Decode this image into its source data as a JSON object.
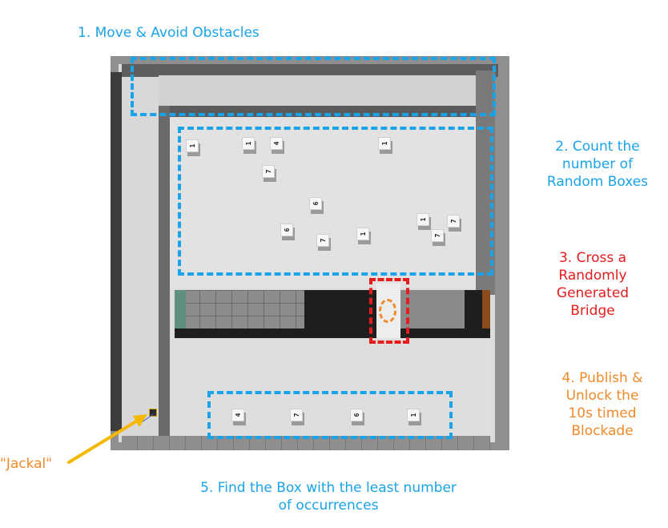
{
  "labels": {
    "step1": "1. Move & Avoid Obstacles",
    "step2": [
      "2. Count the",
      "number of",
      "Random Boxes"
    ],
    "step3": [
      "3. Cross a",
      "Randomly",
      "Generated",
      "Bridge"
    ],
    "step4": [
      "4. Publish &",
      "Unlock the",
      "10s timed",
      "Blockade"
    ],
    "step5": [
      "5. Find the Box with the least number",
      "of occurrences"
    ],
    "robot": "\"Jackal\""
  },
  "boxes_field": [
    "1",
    "1",
    "4",
    "1",
    "7",
    "6",
    "6",
    "7",
    "1",
    "1",
    "7",
    "7"
  ],
  "boxes_bottom": [
    "4",
    "7",
    "6",
    "1"
  ],
  "colors": {
    "blue": "#1aa3e8",
    "red": "#e81c1c",
    "orange": "#f08a2a",
    "arrow": "#f5b800"
  }
}
